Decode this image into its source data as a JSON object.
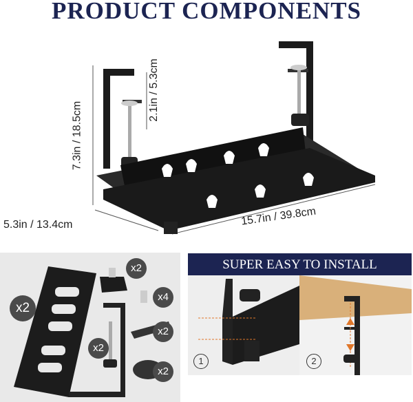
{
  "title": "PRODUCT COMPONENTS",
  "dimensions": {
    "height": "7.3in / 18.5cm",
    "clamp_gap": "2.1in / 5.3cm",
    "depth": "5.3in / 13.4cm",
    "length": "15.7in / 39.8cm"
  },
  "components": {
    "tray_qty": "x2",
    "clamp_block_qty": "x2",
    "screw_qty": "x4",
    "bracket_qty": "x2",
    "square_pad_qty": "x2",
    "round_pad_qty": "x2"
  },
  "install": {
    "banner": "SUPER EASY TO INSTALL",
    "step1": "1",
    "step2": "2"
  },
  "colors": {
    "navy": "#1c2452",
    "badge": "#4a4a4a",
    "wood": "#d9b07a",
    "arrow": "#e0772a"
  }
}
